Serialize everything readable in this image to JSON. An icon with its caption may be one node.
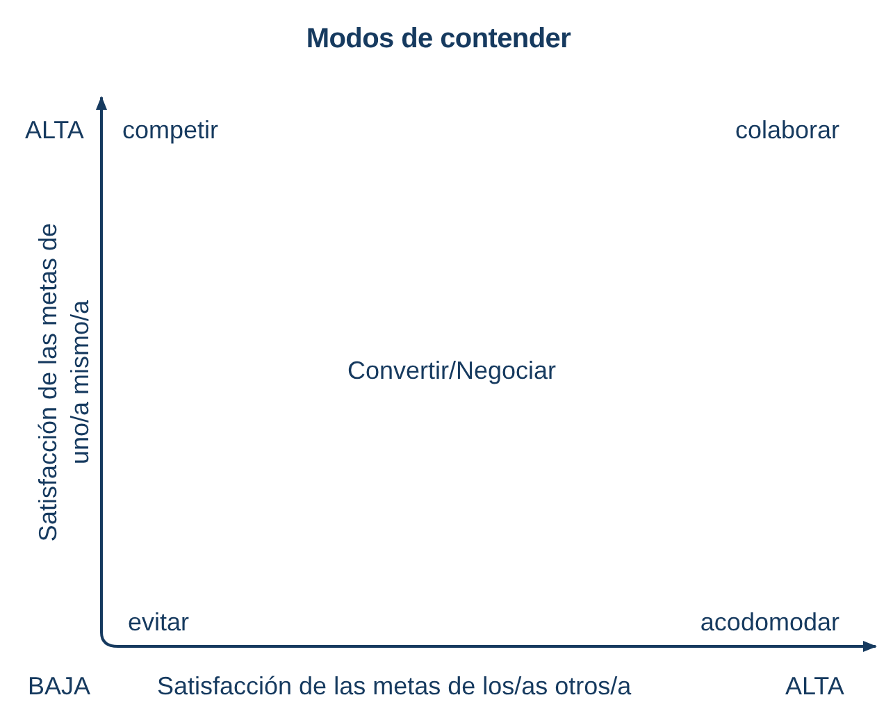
{
  "diagram": {
    "title": "Modos de contender",
    "labels": [
      "ALTA",
      "competir",
      "colaborar",
      "Satisfacción de las metas de uno/a mismo/a",
      "Convertir/Negociar",
      "evitar",
      "acodomodar",
      "BAJA",
      "Satisfacción de las metas de los/as otros/a",
      "ALTA"
    ]
  }
}
